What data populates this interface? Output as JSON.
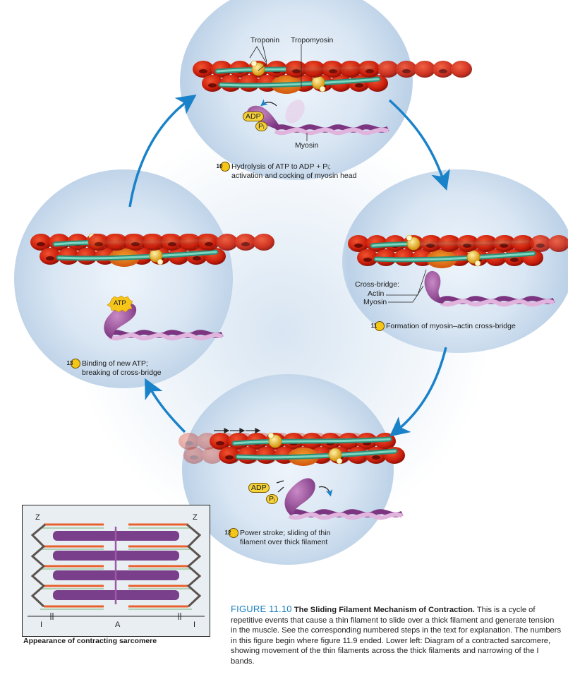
{
  "figure": {
    "number": "FIGURE 11.10",
    "title": "The Sliding Filament Mechanism of Contraction.",
    "caption": "This is a cycle of repetitive events that cause a thin filament to slide over a thick filament and generate tension in the muscle. See the corresponding numbered steps in the text for explanation. The numbers in this figure begin where figure 11.9 ended. Lower left: Diagram of a contracted sarcomere, showing movement of the thin filaments across the thick filaments and narrowing of the I bands."
  },
  "colors": {
    "cycle_arrow": "#1a82c8",
    "actin": "#d8260f",
    "tropomyosin": "#4fb8a0",
    "troponin": "#f2c23a",
    "myosin": "#9b4f9d",
    "step_badge": "#f5c518",
    "figure_number": "#1a7fc1"
  },
  "steps": [
    {
      "number": "10",
      "line1": "Hydrolysis of ATP to ADP + Pᵢ;",
      "line2": "activation and cocking of myosin head",
      "labels": {
        "troponin": "Troponin",
        "tropomyosin": "Tropomyosin",
        "myosin": "Myosin",
        "adp": "ADP",
        "pi": "Pᵢ"
      }
    },
    {
      "number": "11",
      "line1": "Formation of myosin–actin cross-bridge",
      "labels": {
        "cross_bridge": "Cross-bridge:",
        "actin": "Actin",
        "myosin": "Myosin"
      }
    },
    {
      "number": "12",
      "line1": "Power stroke; sliding of thin",
      "line2": "filament over thick filament",
      "labels": {
        "adp": "ADP",
        "pi": "Pᵢ"
      }
    },
    {
      "number": "13",
      "line1": "Binding of new ATP;",
      "line2": "breaking of cross-bridge",
      "labels": {
        "atp": "ATP"
      }
    }
  ],
  "sarcomere": {
    "caption": "Appearance of contracting sarcomere",
    "z_left": "Z",
    "z_right": "Z",
    "i_left": "I",
    "a_band": "A",
    "i_right": "I"
  }
}
